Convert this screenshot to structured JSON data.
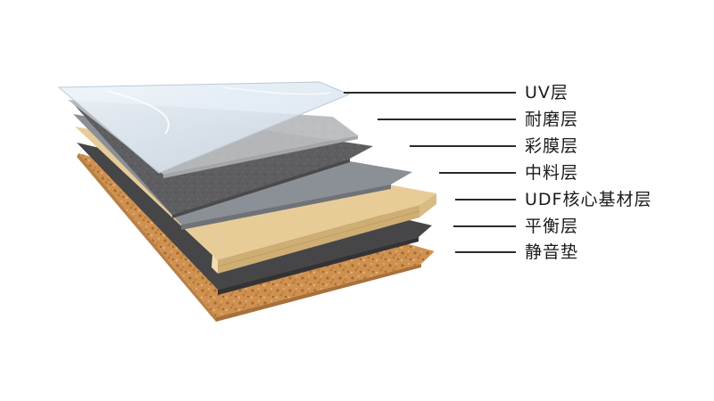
{
  "layers": [
    {
      "label": "UV层"
    },
    {
      "label": "耐磨层"
    },
    {
      "label": "彩膜层"
    },
    {
      "label": "中料层"
    },
    {
      "label": "UDF核心基材层"
    },
    {
      "label": "平衡层"
    },
    {
      "label": "静音垫"
    }
  ],
  "colors": {
    "uv_film": "#dde8f2",
    "wear_layer": "#b9bbbd",
    "color_film": "#5e5e60",
    "middle_layer": "#8b9096",
    "core": "#e8cc98",
    "balance": "#464648",
    "cork": "#cf9150",
    "text": "#1a1a1a"
  }
}
